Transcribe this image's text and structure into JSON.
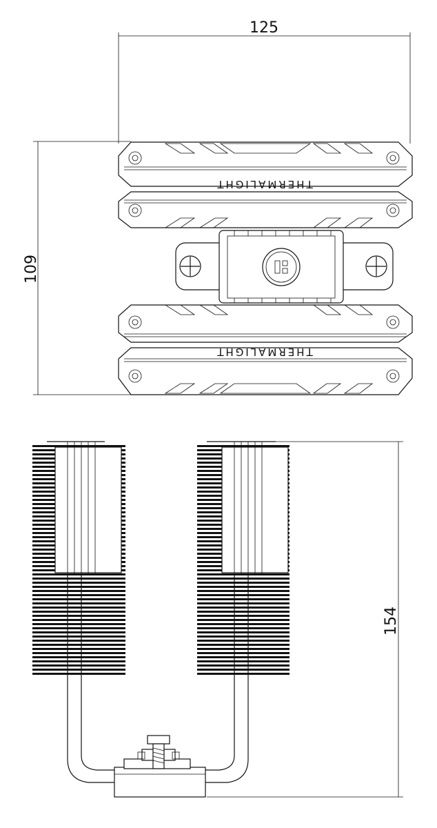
{
  "dimensions": {
    "width": "125",
    "height_top": "109",
    "height_side": "154"
  },
  "brand_label": "THERMALIGHT"
}
